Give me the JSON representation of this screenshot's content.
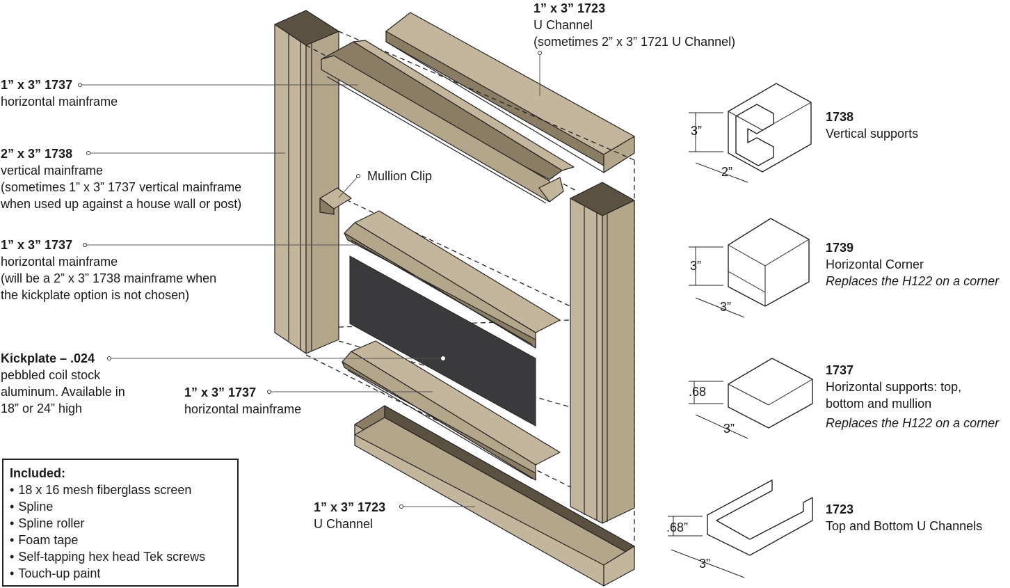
{
  "callouts": {
    "u_channel_top": {
      "title": "1” x 3” 1723",
      "line1": "U Channel",
      "line2": "(sometimes 2” x 3” 1721 U Channel)"
    },
    "horiz_top": {
      "title": "1” x 3” 1737",
      "line1": "horizontal mainframe"
    },
    "vertical": {
      "title": "2” x 3” 1738",
      "line1": "vertical mainframe",
      "line2": "(sometimes 1” x 3” 1737 vertical mainframe",
      "line3": "when used up against a house wall or post)"
    },
    "mullion_clip": {
      "title": "Mullion Clip"
    },
    "horiz_mid": {
      "title": "1” x 3” 1737",
      "line1": "horizontal mainframe",
      "line2": "(will be a 2” x 3” 1738 mainframe when",
      "line3": "the kickplate option is not chosen)"
    },
    "kickplate": {
      "title": "Kickplate – .024",
      "line1": "pebbled coil stock",
      "line2": "aluminum. Available in",
      "line3": "18” or 24” high"
    },
    "horiz_low": {
      "title": "1” x 3” 1737",
      "line1": "horizontal mainframe"
    },
    "u_channel_bottom": {
      "title": "1” x 3” 1723",
      "line1": "U Channel"
    }
  },
  "profiles": [
    {
      "code": "1738",
      "desc": "Vertical supports",
      "note": "",
      "dim_h": "3”",
      "dim_w": "2”"
    },
    {
      "code": "1739",
      "desc": "Horizontal Corner",
      "note": "Replaces the H122 on a corner",
      "dim_h": "3”",
      "dim_w": "3”"
    },
    {
      "code": "1737",
      "desc": "Horizontal supports: top,",
      "desc2": "bottom and mullion",
      "note": "Replaces the H122 on a corner",
      "dim_h": ".68",
      "dim_w": "3”"
    },
    {
      "code": "1723",
      "desc": "Top and Bottom U Channels",
      "note": "",
      "dim_h": ".68”",
      "dim_w": "3”"
    }
  ],
  "included": {
    "heading": "Included:",
    "items": [
      "18 x 16 mesh fiberglass screen",
      "Spline",
      "Spline roller",
      "Foam tape",
      "Self-tapping hex head Tek screws",
      "Touch-up paint"
    ]
  },
  "colors": {
    "aluminum": "#c4b69c",
    "aluminum_dark": "#8a7d63",
    "aluminum_shadow": "#5a5140",
    "kickplate": "#3a393b",
    "line": "#222222"
  }
}
